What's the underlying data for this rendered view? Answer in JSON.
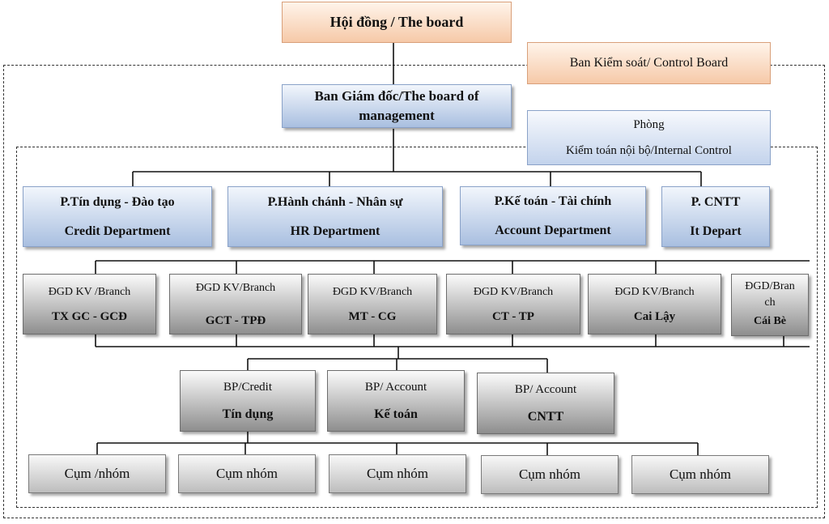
{
  "board": {
    "text": "Hội đồng / The board"
  },
  "control_board": {
    "text": "Ban Kiểm soát/ Control Board"
  },
  "management": {
    "line1": "Ban Giám đốc/The board of",
    "line2": "management"
  },
  "internal_control": {
    "line1": "Phòng",
    "line2": "Kiểm toán nội bộ/Internal Control"
  },
  "departments": [
    {
      "line1": "P.Tín dụng - Đào tạo",
      "line2": "Credit Department"
    },
    {
      "line1": "P.Hành chánh - Nhân sự",
      "line2": "HR Department"
    },
    {
      "line1": "P.Kế toán - Tài chính",
      "line2": "Account Department"
    },
    {
      "line1": "P. CNTT",
      "line2": "It Depart"
    }
  ],
  "branches": [
    {
      "line1": "ĐGD KV /Branch",
      "line2": "TX GC - GCĐ"
    },
    {
      "line1": "ĐGD KV/Branch",
      "line2": "GCT - TPĐ"
    },
    {
      "line1": "ĐGD KV/Branch",
      "line2": "MT - CG"
    },
    {
      "line1": "ĐGD KV/Branch",
      "line2": "CT - TP"
    },
    {
      "line1": "ĐGD KV/Branch",
      "line2": "Cai Lậy"
    },
    {
      "line1": "ĐGD/Bran",
      "line1b": "ch",
      "line2": "Cái Bè"
    }
  ],
  "units": [
    {
      "line1": "BP/Credit",
      "line2": "Tín dụng"
    },
    {
      "line1": "BP/ Account",
      "line2": "Kế toán"
    },
    {
      "line1": "BP/ Account",
      "line2": "CNTT"
    }
  ],
  "groups": [
    {
      "text": "Cụm /nhóm"
    },
    {
      "text": "Cụm nhóm"
    },
    {
      "text": "Cụm nhóm"
    },
    {
      "text": "Cụm nhóm"
    },
    {
      "text": "Cụm nhóm"
    }
  ]
}
